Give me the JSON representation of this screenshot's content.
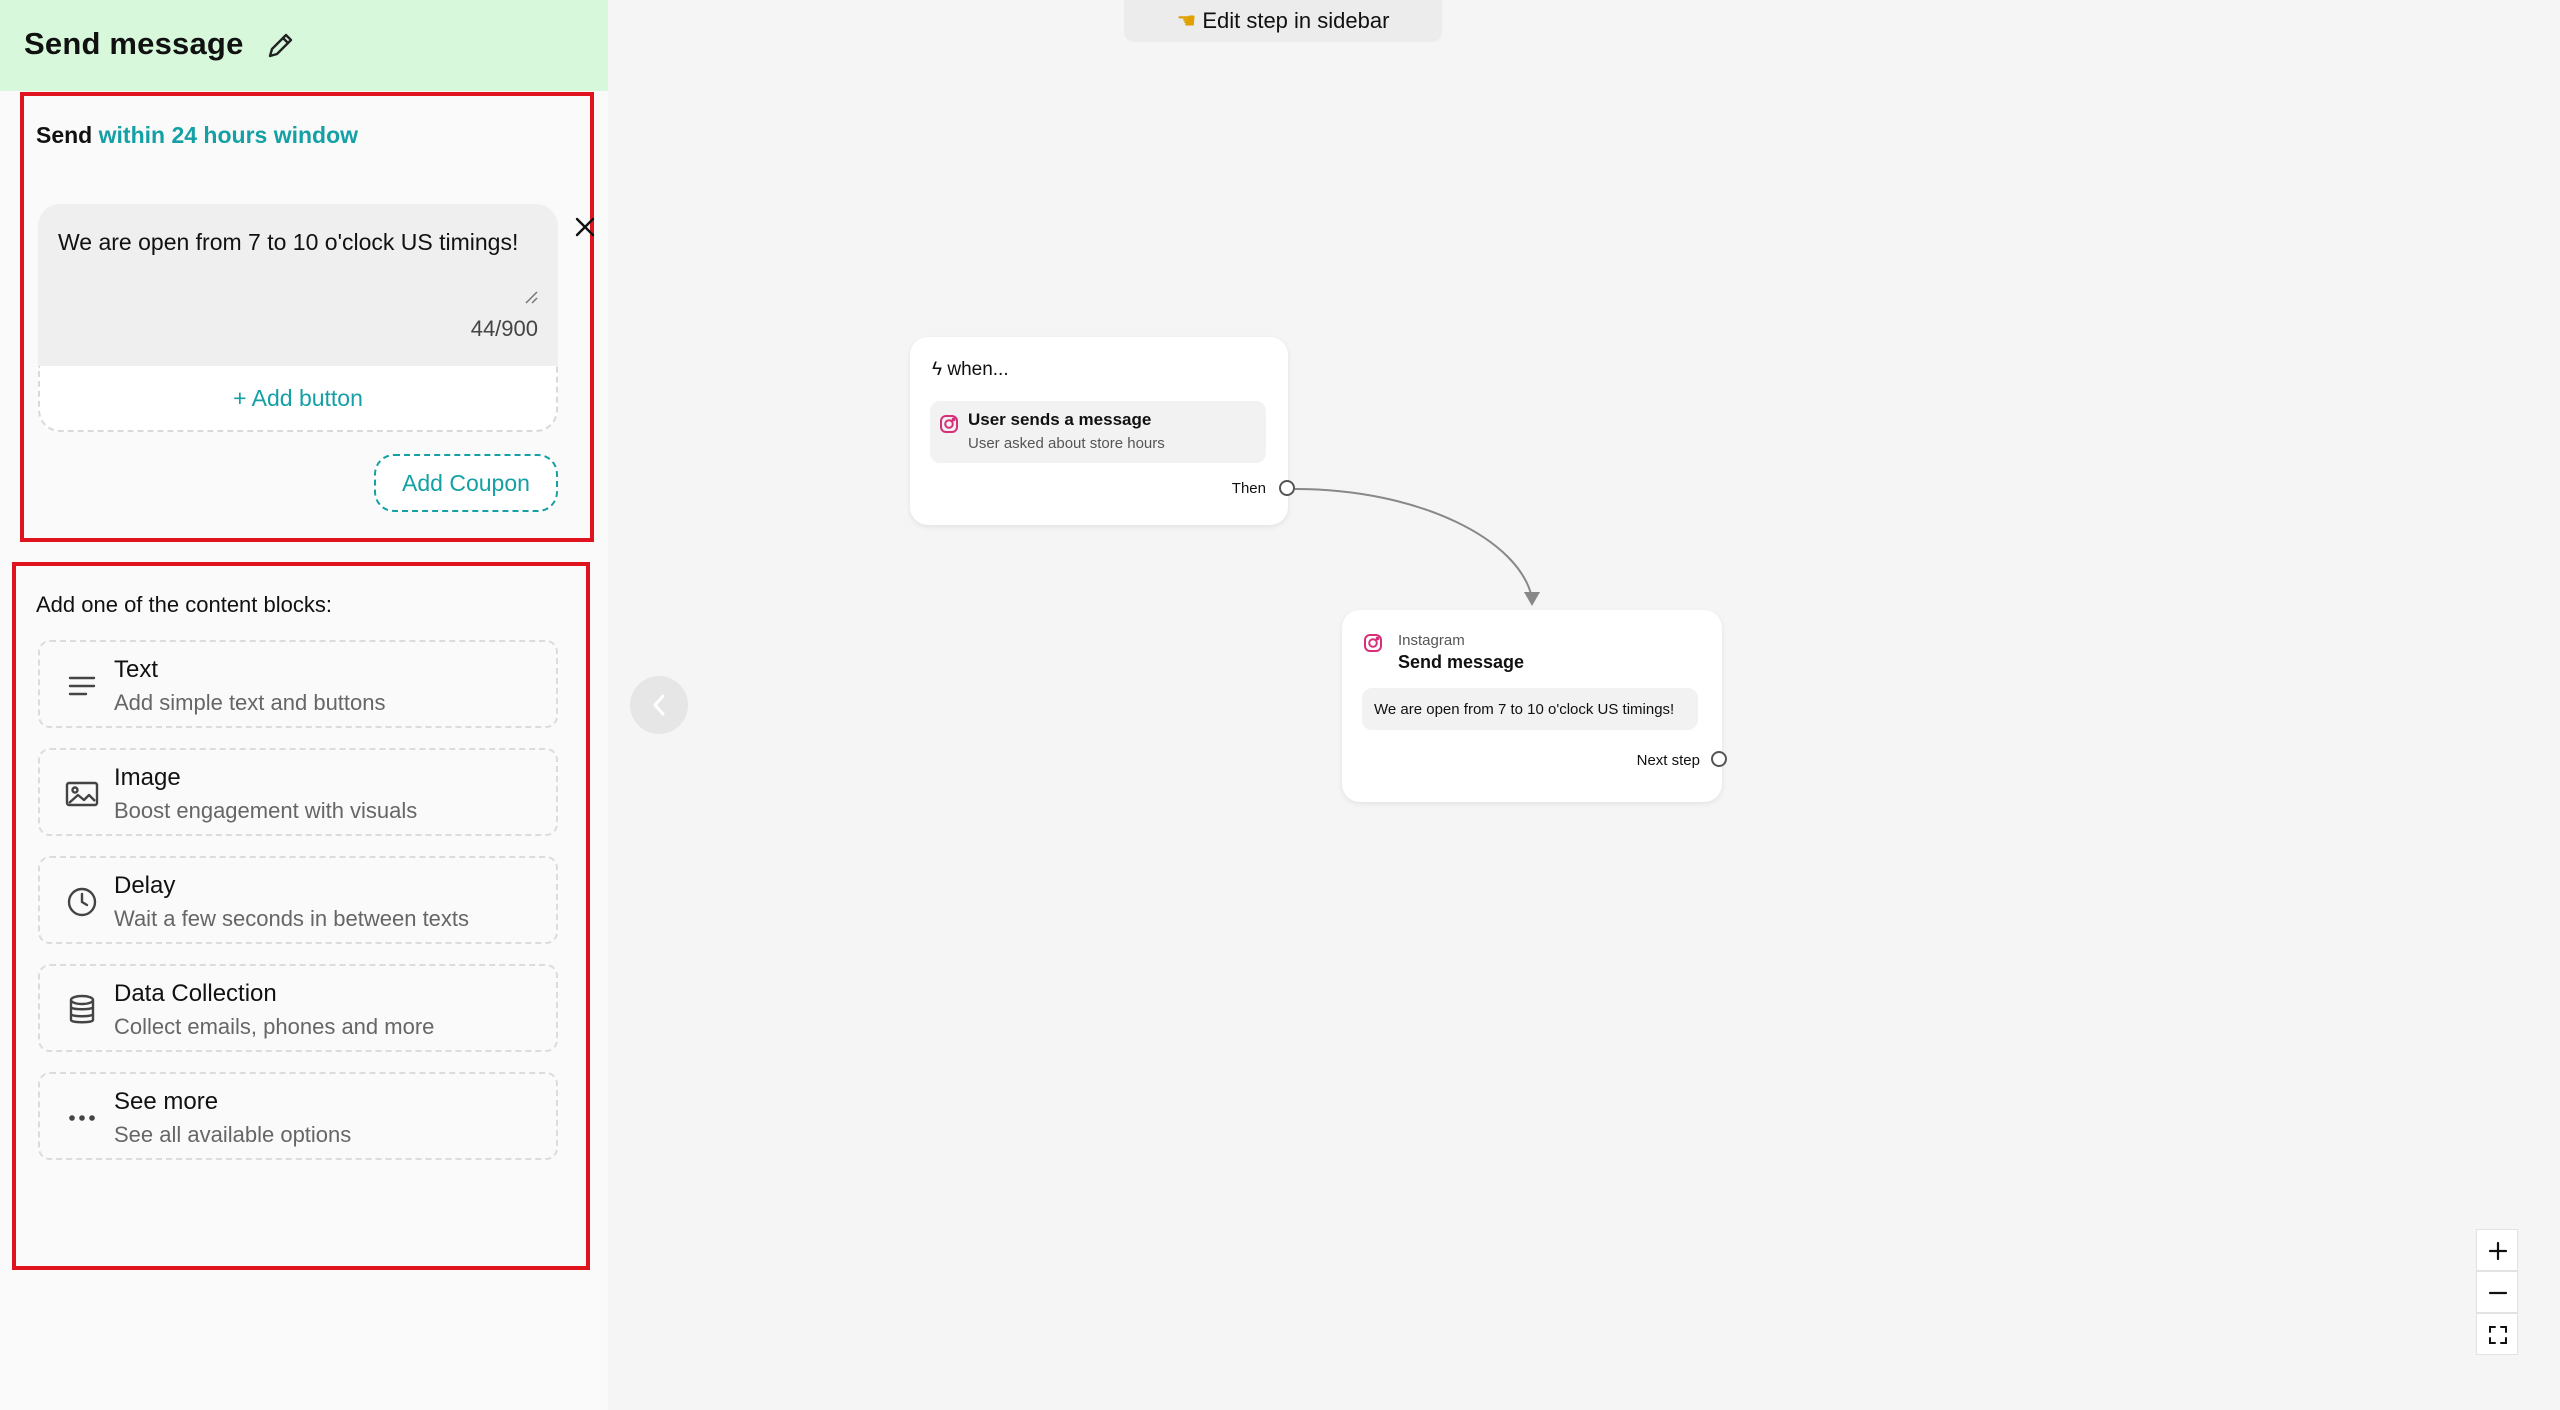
{
  "sidebar": {
    "title": "Send message",
    "send_prefix": "Send",
    "send_window": "within 24 hours window",
    "message": {
      "text": "We are open from 7 to 10 o'clock US timings!",
      "char_count": "44/900",
      "add_button_label": "+ Add button"
    },
    "add_coupon_label": "Add Coupon",
    "blocks_title": "Add one of the content blocks:",
    "blocks": [
      {
        "title": "Text",
        "subtitle": "Add simple text and buttons",
        "icon": "text-lines-icon"
      },
      {
        "title": "Image",
        "subtitle": "Boost engagement with visuals",
        "icon": "image-icon"
      },
      {
        "title": "Delay",
        "subtitle": "Wait a few seconds in between texts",
        "icon": "clock-icon"
      },
      {
        "title": "Data Collection",
        "subtitle": "Collect emails, phones and more",
        "icon": "database-icon"
      },
      {
        "title": "See more",
        "subtitle": "See all available options",
        "icon": "ellipsis-icon"
      }
    ]
  },
  "canvas": {
    "hint": "Edit step in sidebar",
    "trigger_node": {
      "header": "when...",
      "title": "User sends a message",
      "subtitle": "User asked about store hours",
      "then_label": "Then"
    },
    "message_node": {
      "platform": "Instagram",
      "title": "Send message",
      "text": "We are open from 7 to 10 o'clock US timings!",
      "next_label": "Next step"
    }
  },
  "colors": {
    "accent": "#14a0a4",
    "header_bg": "#d8f8dc",
    "highlight": "#e0141e"
  }
}
